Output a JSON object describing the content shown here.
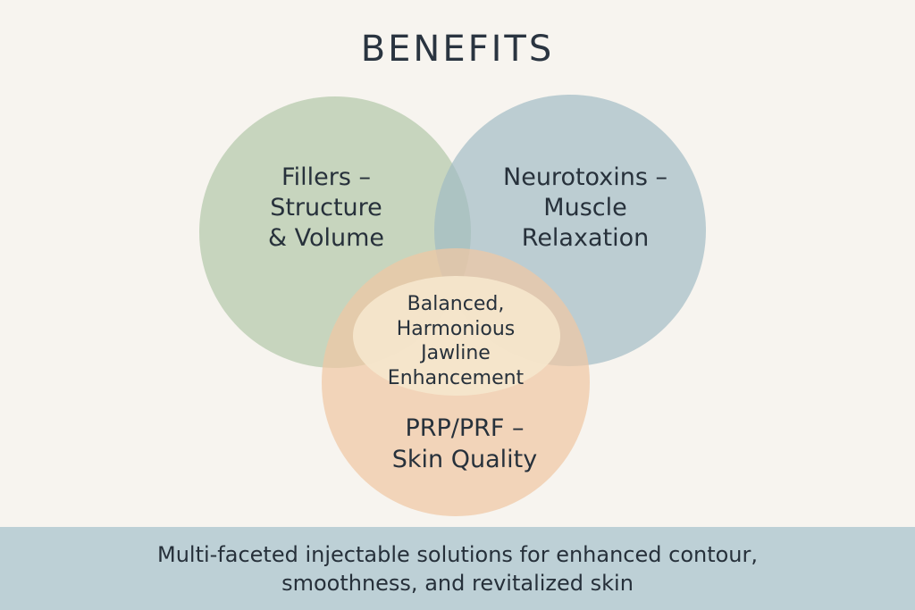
{
  "title": "BENEFITS",
  "circles": {
    "fillers": {
      "label": "Fillers –\nStructure\n& Volume",
      "color": "#a9c1a0"
    },
    "neurotoxins": {
      "label": "Neurotoxins –\nMuscle\nRelaxation",
      "color": "#9fbac4"
    },
    "prp": {
      "label": "PRP/PRF –\nSkin Quality",
      "color": "#f0c8a4"
    }
  },
  "center": {
    "label": "Balanced,\nHarmonious\nJawline\nEnhancement",
    "color": "#f5e6cc"
  },
  "footer": {
    "text": "Multi-faceted injectable solutions for enhanced contour,\nsmoothness, and revitalized skin",
    "color": "#bdd0d6"
  }
}
